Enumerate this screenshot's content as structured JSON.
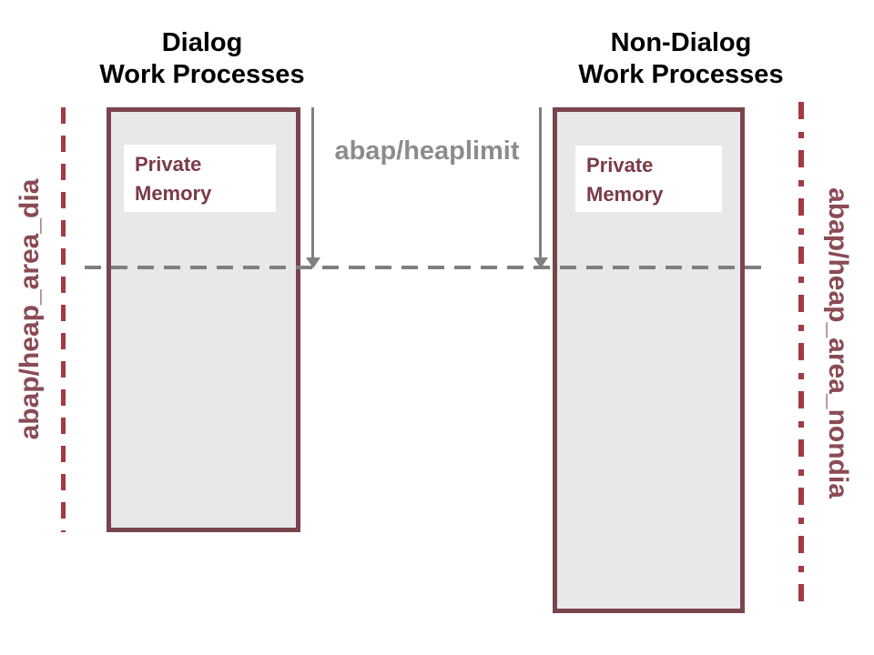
{
  "left_column": {
    "title": {
      "line1": "Dialog",
      "line2": "Work Processes"
    },
    "private_memory": {
      "line1": "Private",
      "line2": "Memory"
    }
  },
  "right_column": {
    "title": {
      "line1": "Non-Dialog",
      "line2": "Work Processes"
    },
    "private_memory": {
      "line1": "Private",
      "line2": "Memory"
    }
  },
  "annotations": {
    "heaplimit": "abap/heaplimit",
    "left_heap_area": "abap/heap_area_dia",
    "right_heap_area": "abap/heap_area_nondia"
  },
  "colors": {
    "box_border": "#7a444d",
    "box_fill": "#e9e8e9",
    "private_memory_text": "#7a3b47",
    "red_dashed_line": "#a33a42",
    "heap_area_label": "#8a4b54",
    "heaplimit_text": "#8c8c8c",
    "arrow_gray": "#808080",
    "title_text": "#000000"
  }
}
